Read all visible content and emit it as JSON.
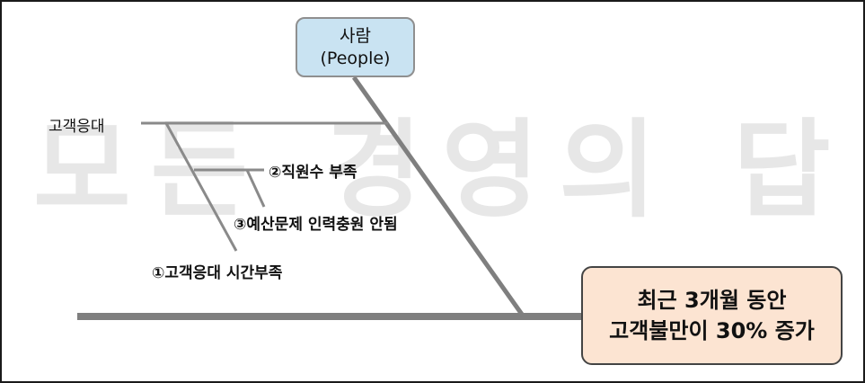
{
  "watermark": "모든 경영의 답",
  "head_box": {
    "line1": "최근 3개월 동안",
    "line2": "고객불만이 30% 증가"
  },
  "category_box": {
    "line1": "사람",
    "line2": "(People)"
  },
  "branch": {
    "label": "고객응대"
  },
  "causes": [
    {
      "label": "②직원수 부족"
    },
    {
      "label": "③예산문제 인력충원 안됨"
    },
    {
      "label": "①고객응대 시간부족"
    }
  ],
  "colors": {
    "spine": "#7f7f7f",
    "bones": "#8a8a8a",
    "people_box_fill": "#c9e3f2",
    "effect_box_fill": "#fce4d2",
    "watermark": "#e7e7e7"
  }
}
